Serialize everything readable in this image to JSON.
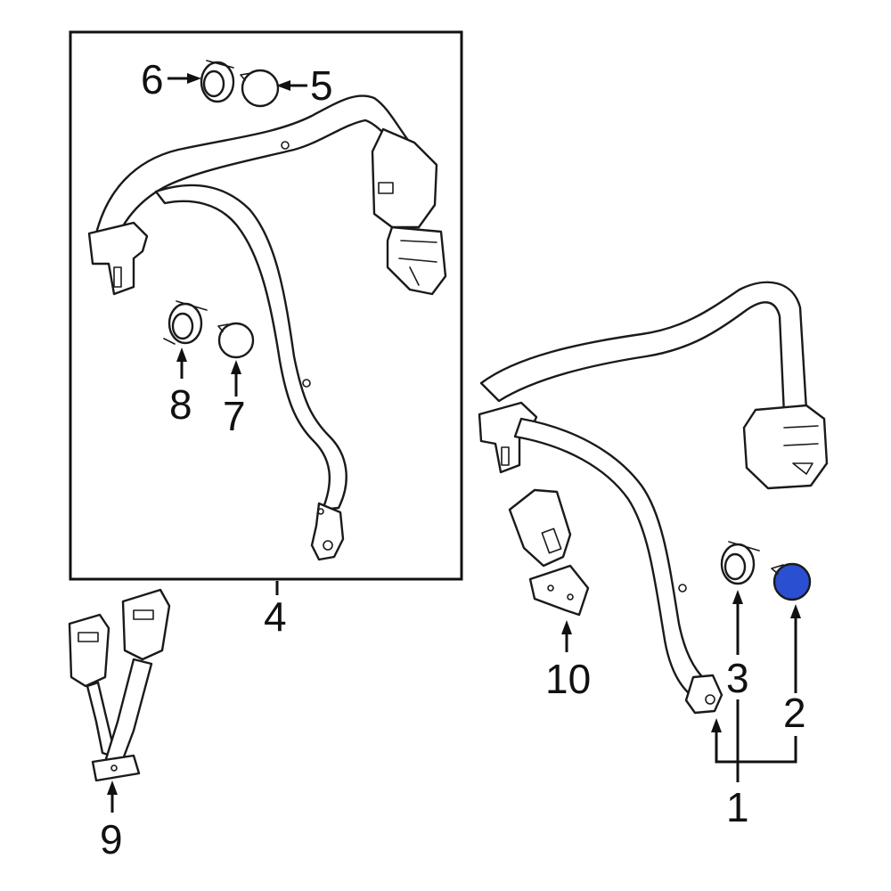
{
  "callouts": {
    "c1": "1",
    "c2": "2",
    "c3": "3",
    "c4": "4",
    "c5": "5",
    "c6": "6",
    "c7": "7",
    "c8": "8",
    "c9": "9",
    "c10": "10"
  },
  "colors": {
    "highlight_part": "#2a4fd0",
    "line": "#1a1a1a",
    "background": "#ffffff"
  }
}
